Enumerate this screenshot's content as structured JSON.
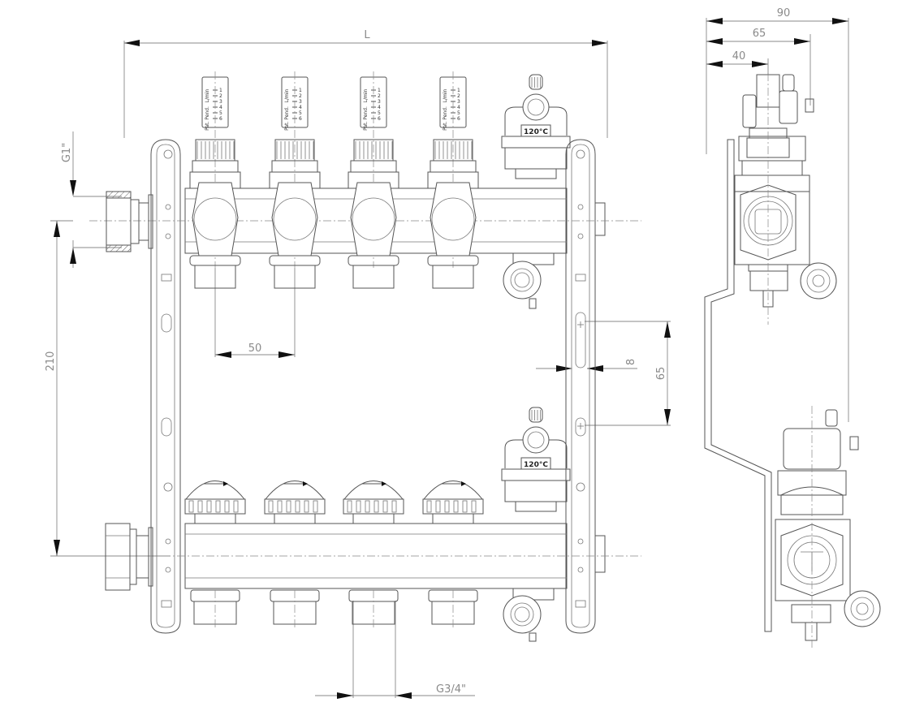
{
  "drawing": {
    "title": "Manifold technical drawing",
    "dimensions": {
      "overall_length": "L",
      "inlet_thread": "G1\"",
      "outlet_thread": "G3/4\"",
      "outlet_spacing": "50",
      "bar_spacing": "210",
      "slot_width": "8",
      "mount_hole_spacing": "65",
      "depth_total": "90",
      "depth_mid": "65",
      "depth_front": "40"
    },
    "flowmeter_scale": {
      "unit": "L/min",
      "marks": [
        "1",
        "2",
        "3",
        "4",
        "5",
        "6"
      ],
      "label": "Pat. Pend."
    },
    "air_vent_badge": "120°C",
    "circuits": 4
  }
}
